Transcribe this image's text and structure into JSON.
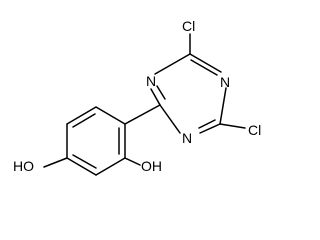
{
  "molecule": {
    "atoms": {
      "n1": "N",
      "n2": "N",
      "n3": "N",
      "cl_top": "Cl",
      "cl_right": "Cl",
      "oh_left": "HO",
      "oh_right": "OH"
    },
    "colors": {
      "bond": "#000000",
      "label": "#000000",
      "background": "#ffffff"
    }
  }
}
